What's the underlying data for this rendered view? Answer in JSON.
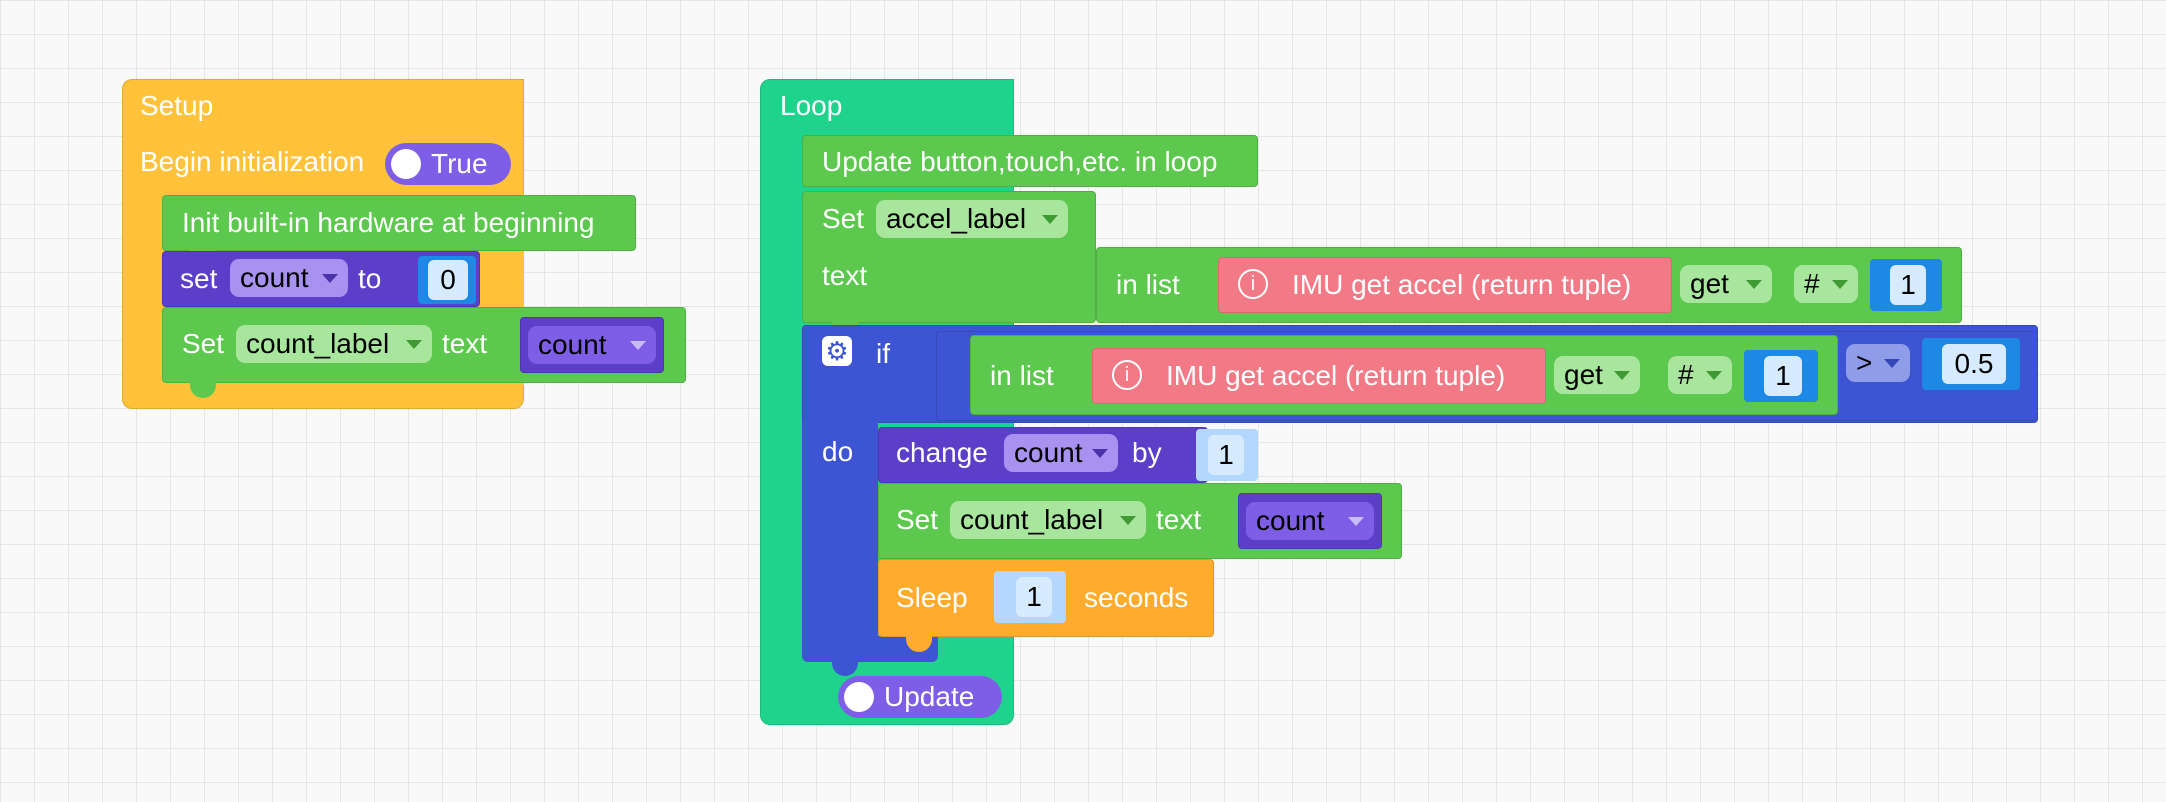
{
  "setup": {
    "title": "Setup",
    "begin_label": "Begin initialization",
    "begin_toggle": "True",
    "init_hw": "Init built-in hardware at beginning",
    "set_word": "set",
    "set_var": "count",
    "to_word": "to",
    "set_value": "0",
    "label_set_word": "Set",
    "label_target": "count_label",
    "label_text_word": "text",
    "label_value_var": "count"
  },
  "loop": {
    "title": "Loop",
    "update_buttons": "Update button,touch,etc. in loop",
    "set_word": "Set",
    "set_target": "accel_label",
    "text_word": "text",
    "in_list_1": "in list",
    "imu_1": "IMU get accel (return tuple)",
    "get_1": "get",
    "hash_1": "#",
    "index_1": "1",
    "if_word": "if",
    "in_list_2": "in list",
    "imu_2": "IMU get accel (return tuple)",
    "get_2": "get",
    "hash_2": "#",
    "index_2": "1",
    "compare_op": ">",
    "compare_value": "0.5",
    "do_word": "do",
    "change_word": "change",
    "change_var": "count",
    "by_word": "by",
    "change_value": "1",
    "set2_word": "Set",
    "set2_target": "count_label",
    "set2_text_word": "text",
    "set2_value_var": "count",
    "sleep_word": "Sleep",
    "sleep_value": "1",
    "seconds_word": "seconds",
    "update_toggle": "Update"
  },
  "colors": {
    "setup": "#ffc23a",
    "loop": "#1fd38c",
    "green_block": "#5cc84e",
    "variable": "#7e5ee6",
    "imu": "#f27a86",
    "control": "#3d55d3",
    "sleep": "#ffab2e",
    "number_bg": "#d6ebff"
  },
  "icons": {
    "info": "info-icon",
    "gear": "gear-icon",
    "dropdown": "chevron-down-icon"
  }
}
